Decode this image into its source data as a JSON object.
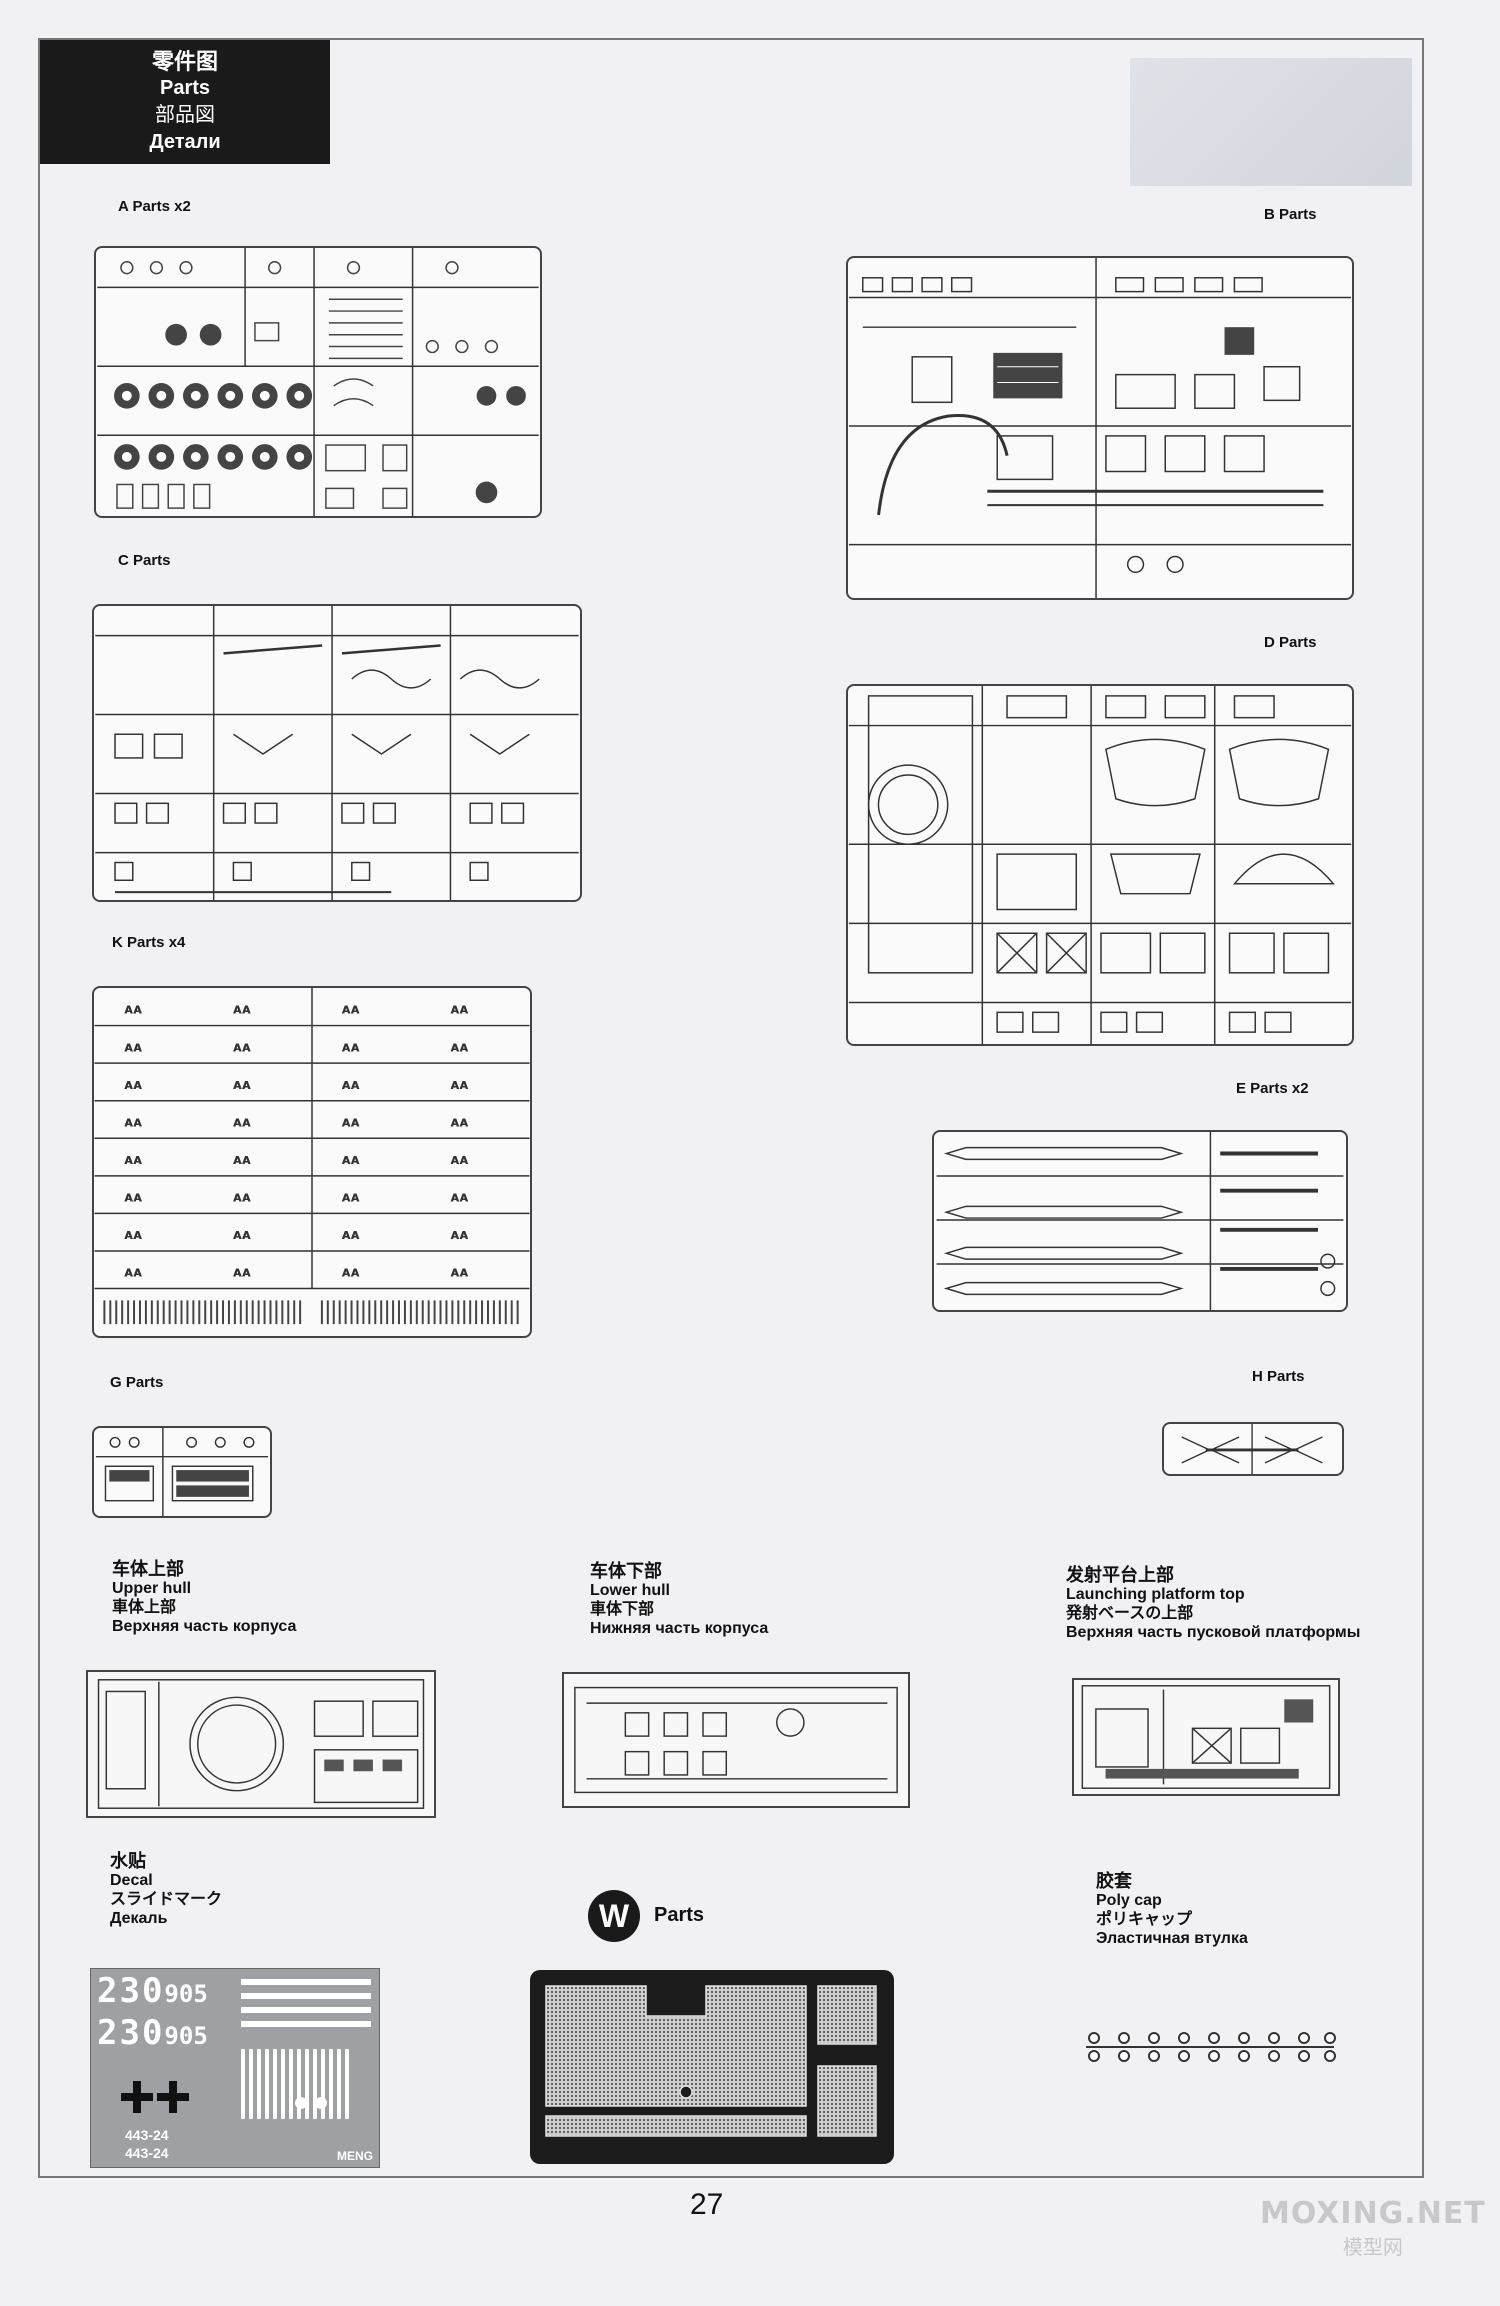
{
  "header": {
    "zh": "零件图",
    "en": "Parts",
    "ja": "部品図",
    "ru": "Детали"
  },
  "sprues": {
    "a": {
      "label": "A Parts  x2"
    },
    "b": {
      "label": "B Parts"
    },
    "c": {
      "label": "C Parts"
    },
    "d": {
      "label": "D Parts"
    },
    "k": {
      "label": "K Parts  x4"
    },
    "e": {
      "label": "E Parts  x2"
    },
    "g": {
      "label": "G Parts"
    },
    "h": {
      "label": "H Parts"
    }
  },
  "sections": {
    "upper_hull": {
      "zh": "车体上部",
      "en": "Upper hull",
      "ja": "車体上部",
      "ru": "Верхняя часть корпуса"
    },
    "lower_hull": {
      "zh": "车体下部",
      "en": "Lower hull",
      "ja": "車体下部",
      "ru": "Нижняя часть корпуса"
    },
    "launch_top": {
      "zh": "发射平台上部",
      "en": "Launching platform top",
      "ja": "発射ベースの上部",
      "ru": "Верхняя часть пусковой платформы"
    },
    "decal": {
      "zh": "水贴",
      "en": "Decal",
      "ja": "スライドマーク",
      "ru": "Декаль"
    },
    "polycap": {
      "zh": "胶套",
      "en": "Poly cap",
      "ja": "ポリキャップ",
      "ru": "Эластичная втулка"
    },
    "photo_etch": {
      "badge": "W",
      "label": "Parts"
    }
  },
  "decal_sheet": {
    "number_1": "230",
    "number_1_small": "905",
    "number_2": "230",
    "number_2_small": "905",
    "reg_1": "443-24",
    "reg_2": "443-24",
    "brand": "MENG"
  },
  "page_number": "27",
  "watermark": {
    "line1": "MOXING.NET",
    "line2": "模型网"
  }
}
